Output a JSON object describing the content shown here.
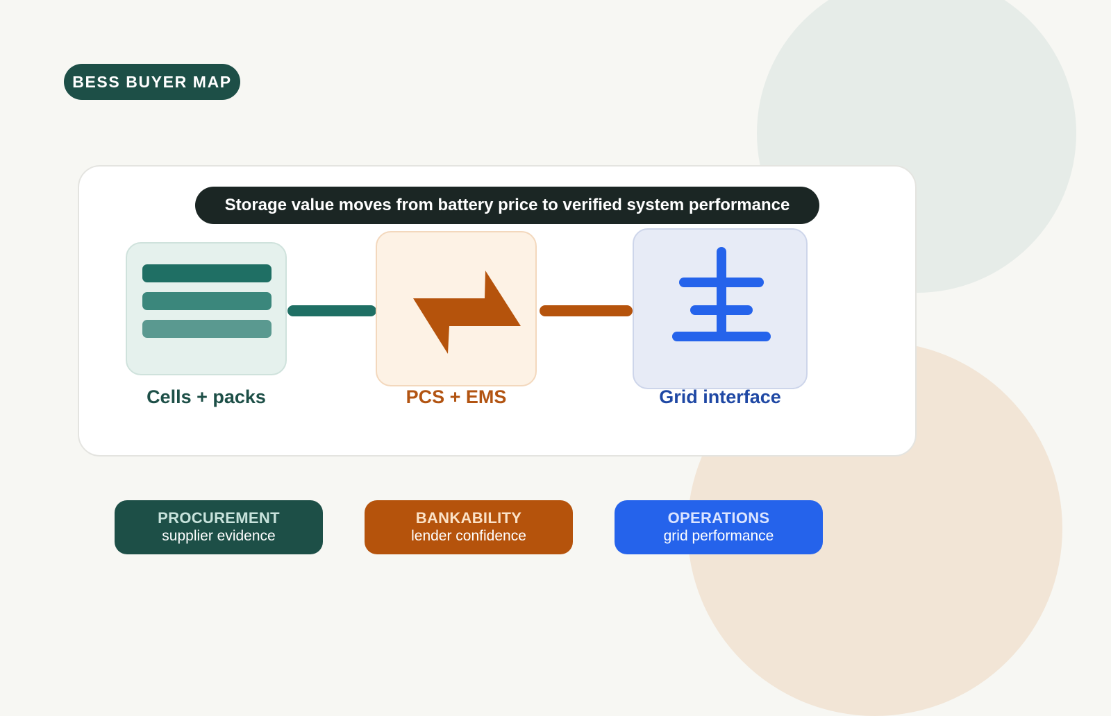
{
  "badge": {
    "label": "BESS BUYER MAP"
  },
  "headline": "Storage value moves from battery price to verified system performance",
  "nodes": [
    {
      "label": "Cells + packs",
      "icon": "battery-cells-icon",
      "color": "#1d4f47"
    },
    {
      "label": "PCS + EMS",
      "icon": "lightning-bolt-icon",
      "color": "#b25412"
    },
    {
      "label": "Grid interface",
      "icon": "grid-tower-icon",
      "color": "#1f48a4"
    }
  ],
  "pillars": [
    {
      "title": "PROCUREMENT",
      "subtitle": "supplier evidence",
      "color": "#1d4f47"
    },
    {
      "title": "BANKABILITY",
      "subtitle": "lender confidence",
      "color": "#b5530c"
    },
    {
      "title": "OPERATIONS",
      "subtitle": "grid performance",
      "color": "#2563eb"
    }
  ]
}
